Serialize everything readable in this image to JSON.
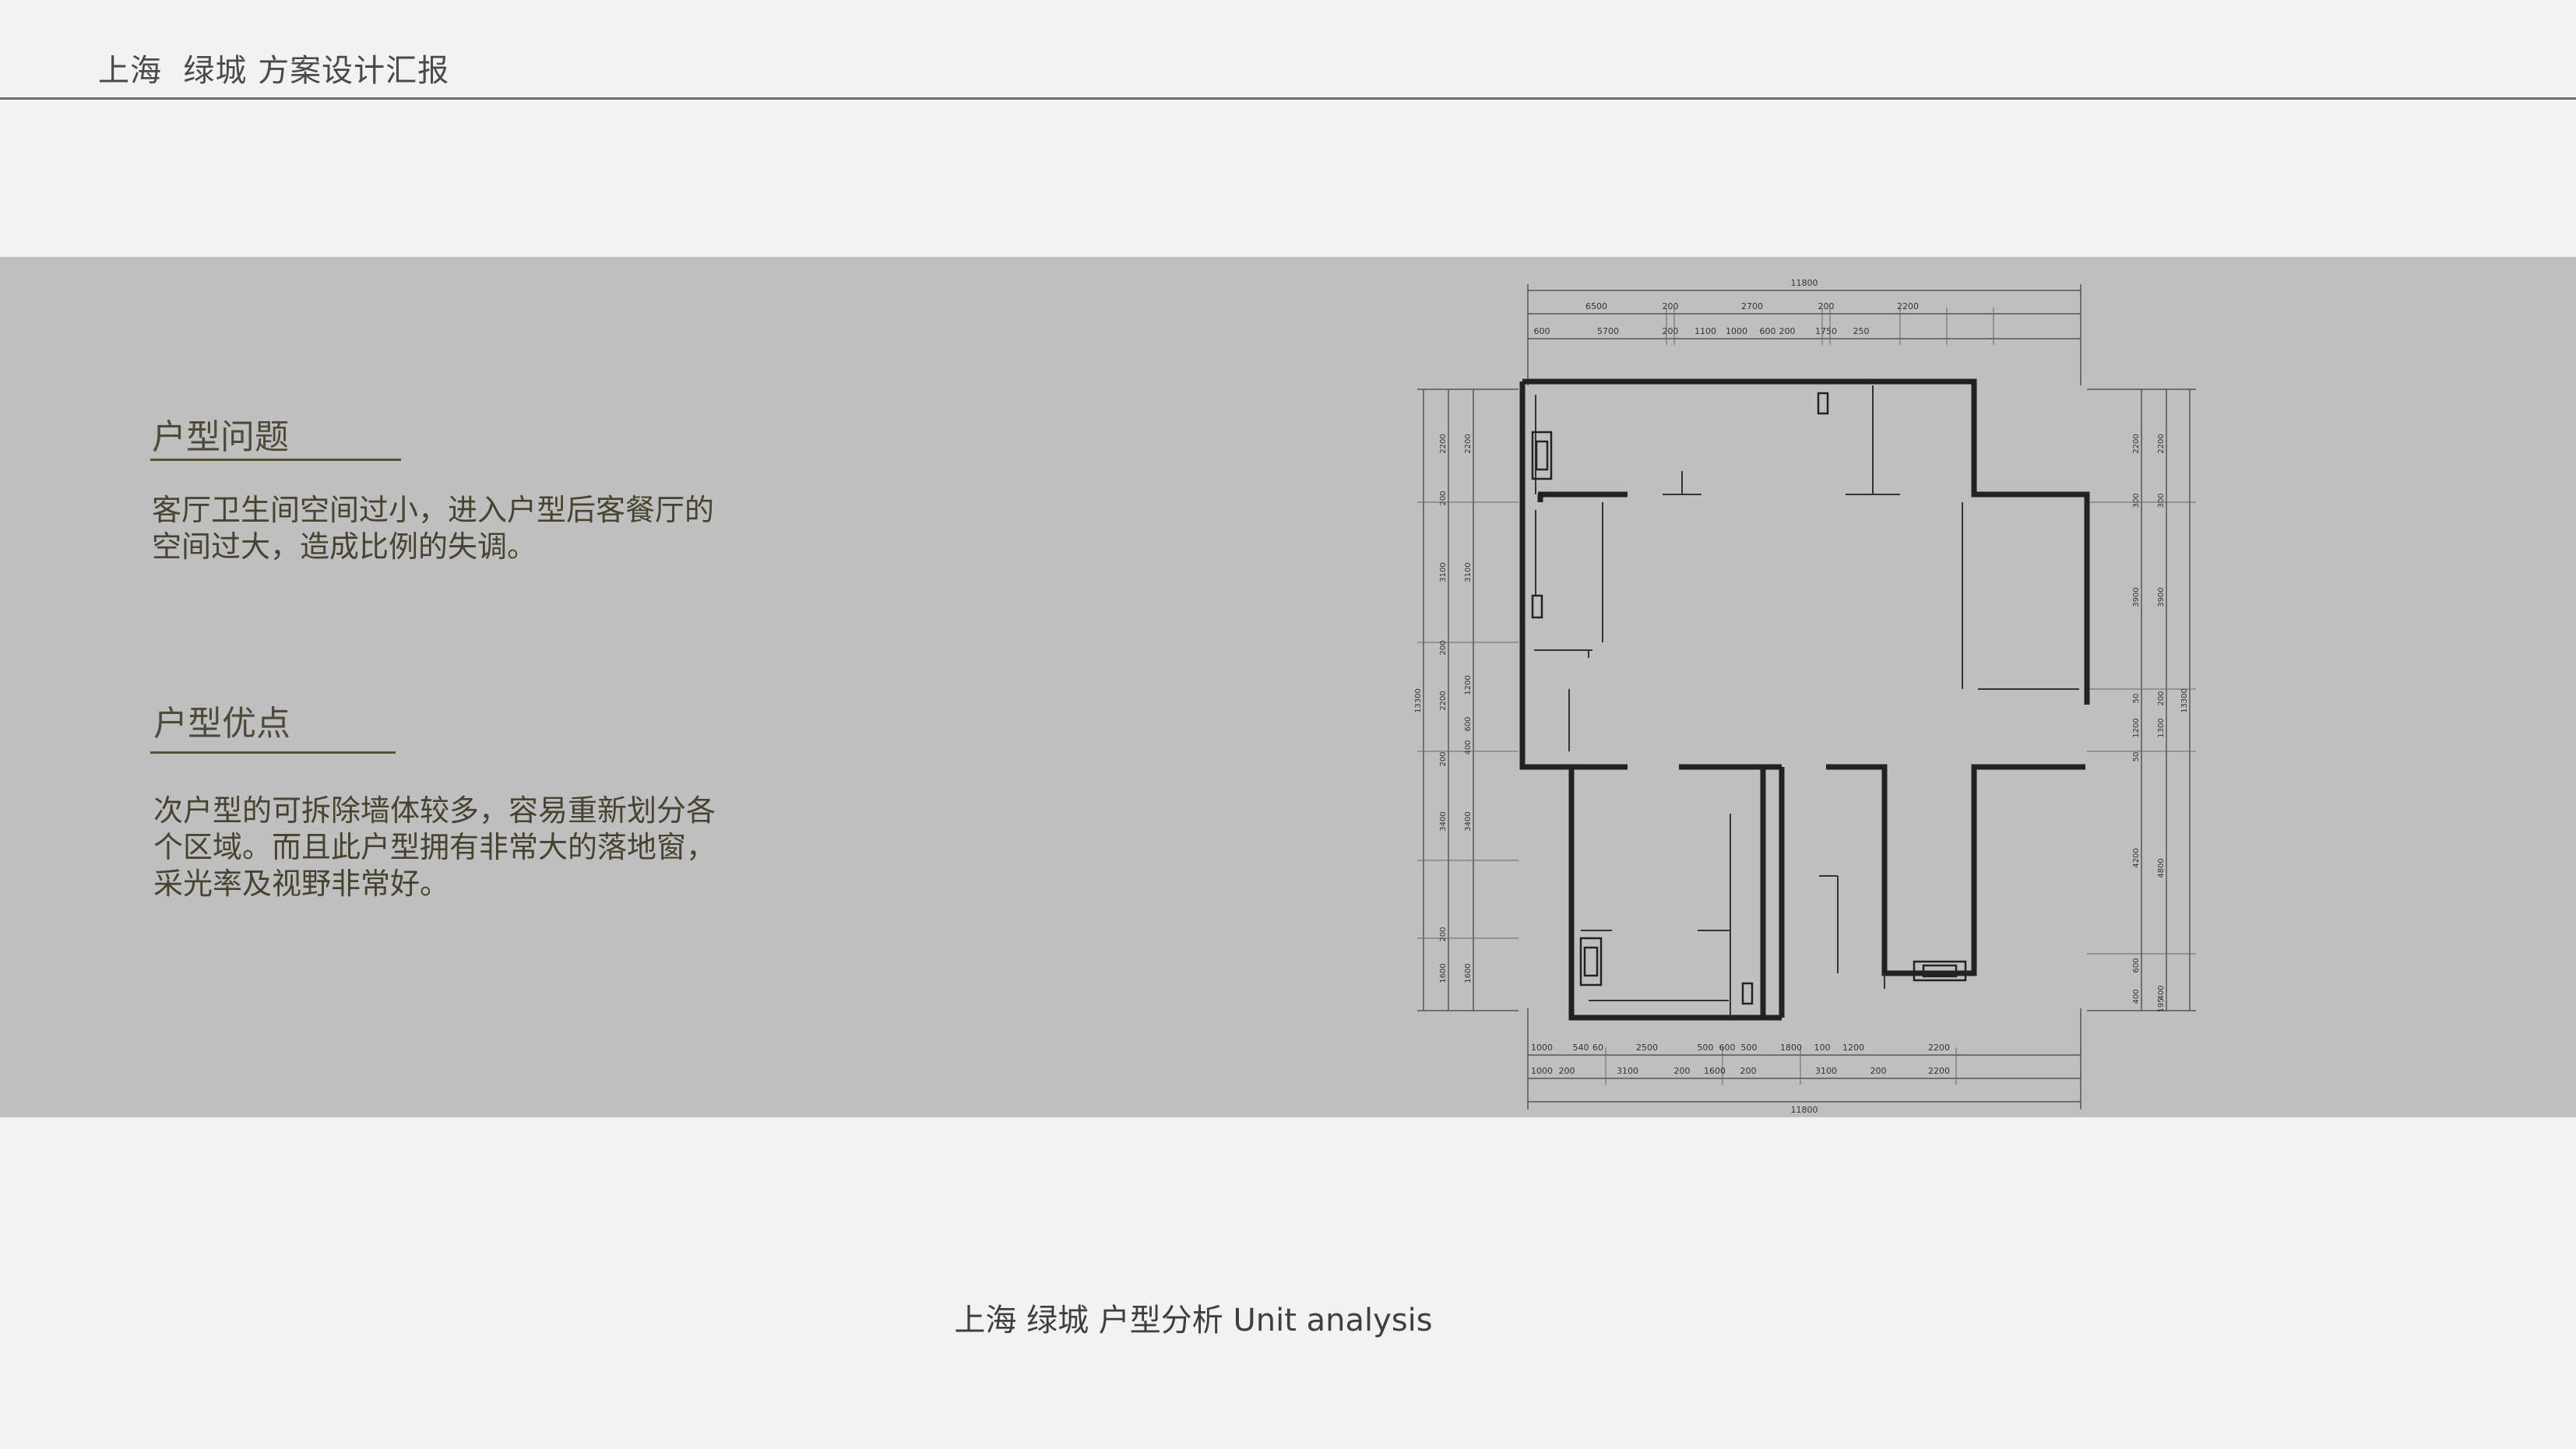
{
  "header": {
    "title": "上海  绿城 方案设计汇报"
  },
  "sections": [
    {
      "heading": "户型问题",
      "lines": [
        "客厅卫生间空间过小，进入户型后客餐厅的",
        "空间过大，造成比例的失调。"
      ]
    },
    {
      "heading": "户型优点",
      "lines": [
        "次户型的可拆除墙体较多，容易重新划分各",
        "个区域。而且此户型拥有非常大的落地窗，",
        "采光率及视野非常好。"
      ]
    }
  ],
  "floor_plan": {
    "dimensions_top": {
      "total": "11800",
      "row1": [
        "6500",
        "200",
        "2700",
        "200",
        "2200"
      ],
      "row2": [
        "600",
        "5700",
        "200",
        "1100",
        "1000",
        "600",
        "200",
        "1750",
        "250"
      ]
    },
    "dimensions_bottom": {
      "total": "11800",
      "row1": [
        "1000",
        "540",
        "60",
        "2500",
        "500",
        "600",
        "500",
        "1800",
        "100",
        "1200",
        "2200"
      ],
      "row2": [
        "1000",
        "200",
        "3100",
        "200",
        "1600",
        "200",
        "3100",
        "200",
        "2200"
      ]
    },
    "dimensions_left": {
      "total": "13300",
      "outer": [
        "2200",
        "200",
        "3100",
        "200",
        "2200",
        "200",
        "3400",
        "200",
        "1600"
      ],
      "inner": [
        "2200",
        "3100",
        "1200",
        "600",
        "400",
        "3400",
        "1600"
      ]
    },
    "dimensions_right": {
      "total": "13300",
      "outer": [
        "2200",
        "300",
        "3900",
        "50",
        "1200",
        "50",
        "4200",
        "600",
        "400"
      ],
      "inner": [
        "2200",
        "300",
        "3900",
        "200",
        "1300",
        "4800",
        "400",
        "195"
      ]
    }
  },
  "footer": {
    "caption": "上海 绿城 户型分析 Unit analysis"
  }
}
